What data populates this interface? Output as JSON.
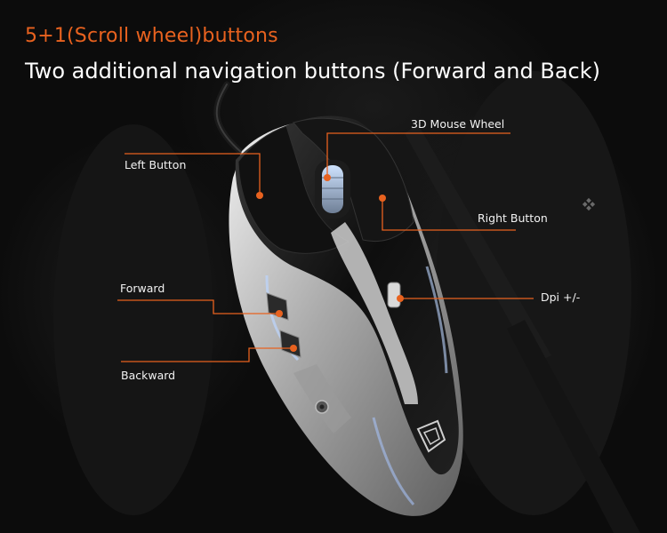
{
  "headline": "5+1(Scroll wheel)buttons",
  "subline": "Two additional navigation buttons (Forward and Back)",
  "labels": {
    "left_button": "Left Button",
    "wheel": "3D Mouse Wheel",
    "right_button": "Right Button",
    "forward": "Forward",
    "dpi": "Dpi +/-",
    "backward": "Backward"
  },
  "colors": {
    "accent": "#e8621f",
    "text": "#ffffff",
    "background": "#0c0c0c"
  }
}
